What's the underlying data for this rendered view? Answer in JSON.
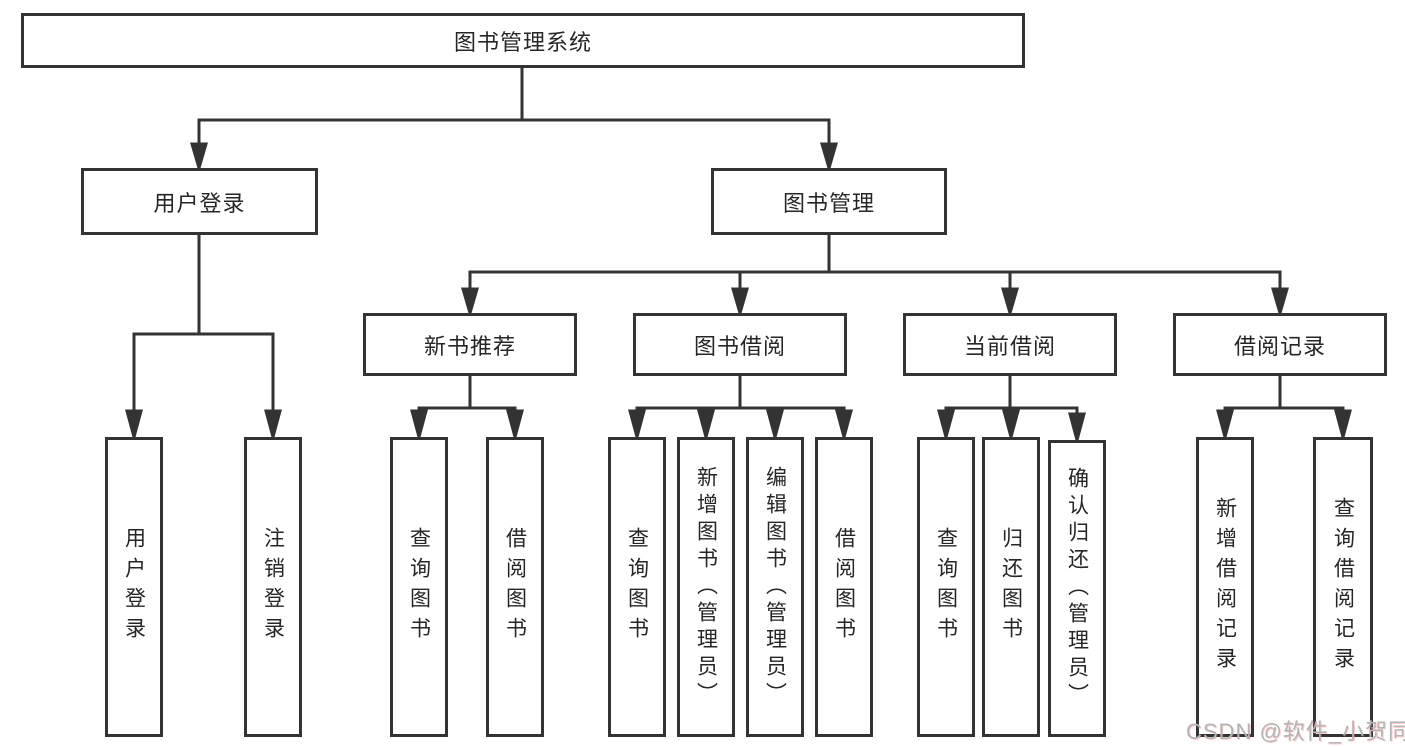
{
  "tree": {
    "label": "图书管理系统",
    "children": [
      {
        "label": "用户登录",
        "children": [
          {
            "label": "用户登录"
          },
          {
            "label": "注销登录"
          }
        ]
      },
      {
        "label": "图书管理",
        "children": [
          {
            "label": "新书推荐",
            "children": [
              {
                "label": "查询图书"
              },
              {
                "label": "借阅图书"
              }
            ]
          },
          {
            "label": "图书借阅",
            "children": [
              {
                "label": "查询图书"
              },
              {
                "label": "新增图书（管理员）"
              },
              {
                "label": "编辑图书（管理员）"
              },
              {
                "label": "借阅图书"
              }
            ]
          },
          {
            "label": "当前借阅",
            "children": [
              {
                "label": "查询图书"
              },
              {
                "label": "归还图书"
              },
              {
                "label": "确认归还（管理员）"
              }
            ]
          },
          {
            "label": "借阅记录",
            "children": [
              {
                "label": "新增借阅记录"
              },
              {
                "label": "查询借阅记录"
              }
            ]
          }
        ]
      }
    ]
  },
  "watermark": {
    "text": "CSDN @软件_小贺同学"
  },
  "colors": {
    "line": "#333333",
    "text": "#262626",
    "box_fill": "#ffffff",
    "watermark": "#b3b3b3"
  }
}
